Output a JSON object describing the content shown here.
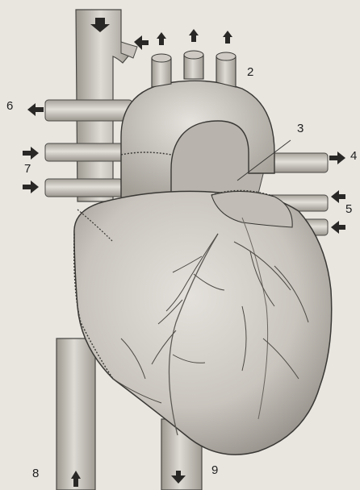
{
  "figure": {
    "type": "anatomical-illustration",
    "subject": "heart-and-great-vessels",
    "colors": {
      "background": "#e9e6e0",
      "tissue_light": "#d9d6d0",
      "tissue_mid": "#bdb9b2",
      "tissue_dark": "#8f8b84",
      "outline": "#3a3835",
      "arrow": "#2a2826"
    },
    "labels": [
      "2",
      "3",
      "4",
      "5",
      "6",
      "7",
      "8",
      "9"
    ]
  }
}
